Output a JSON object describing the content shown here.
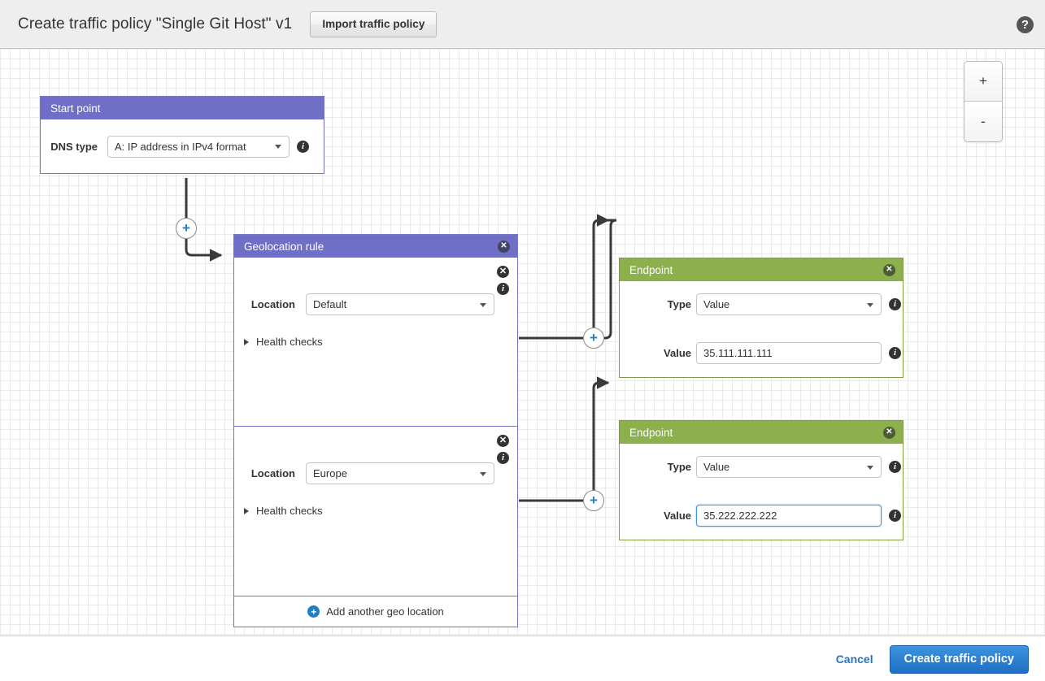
{
  "header": {
    "title": "Create traffic policy \"Single Git Host\" v1",
    "import_button": "Import traffic policy",
    "help_icon": "question-mark-icon",
    "help_glyph": "?"
  },
  "zoom_controls": {
    "zoom_in": "+",
    "zoom_out": "-"
  },
  "icons": {
    "close": "✕",
    "info": "i",
    "plus": "+"
  },
  "start_point": {
    "title": "Start point",
    "dns_type_label": "DNS type",
    "dns_type_value": "A: IP address in IPv4 format"
  },
  "geolocation_rule": {
    "title": "Geolocation rule",
    "sections": [
      {
        "location_label": "Location",
        "location_value": "Default",
        "health_checks_label": "Health checks"
      },
      {
        "location_label": "Location",
        "location_value": "Europe",
        "health_checks_label": "Health checks"
      }
    ],
    "add_label": "Add another geo location"
  },
  "endpoints": [
    {
      "title": "Endpoint",
      "type_label": "Type",
      "type_value": "Value",
      "value_label": "Value",
      "value_text": "35.111.111.111",
      "focused": false
    },
    {
      "title": "Endpoint",
      "type_label": "Type",
      "type_value": "Value",
      "value_label": "Value",
      "value_text": "35.222.222.222",
      "focused": true
    }
  ],
  "footer": {
    "cancel": "Cancel",
    "submit": "Create traffic policy"
  },
  "colors": {
    "rule_header": "#6f6fc8",
    "endpoint_header": "#8cb04c",
    "primary_button": "#2a72c6",
    "connector_plus": "#1f7fc4",
    "focus_border": "#3d94e8"
  }
}
